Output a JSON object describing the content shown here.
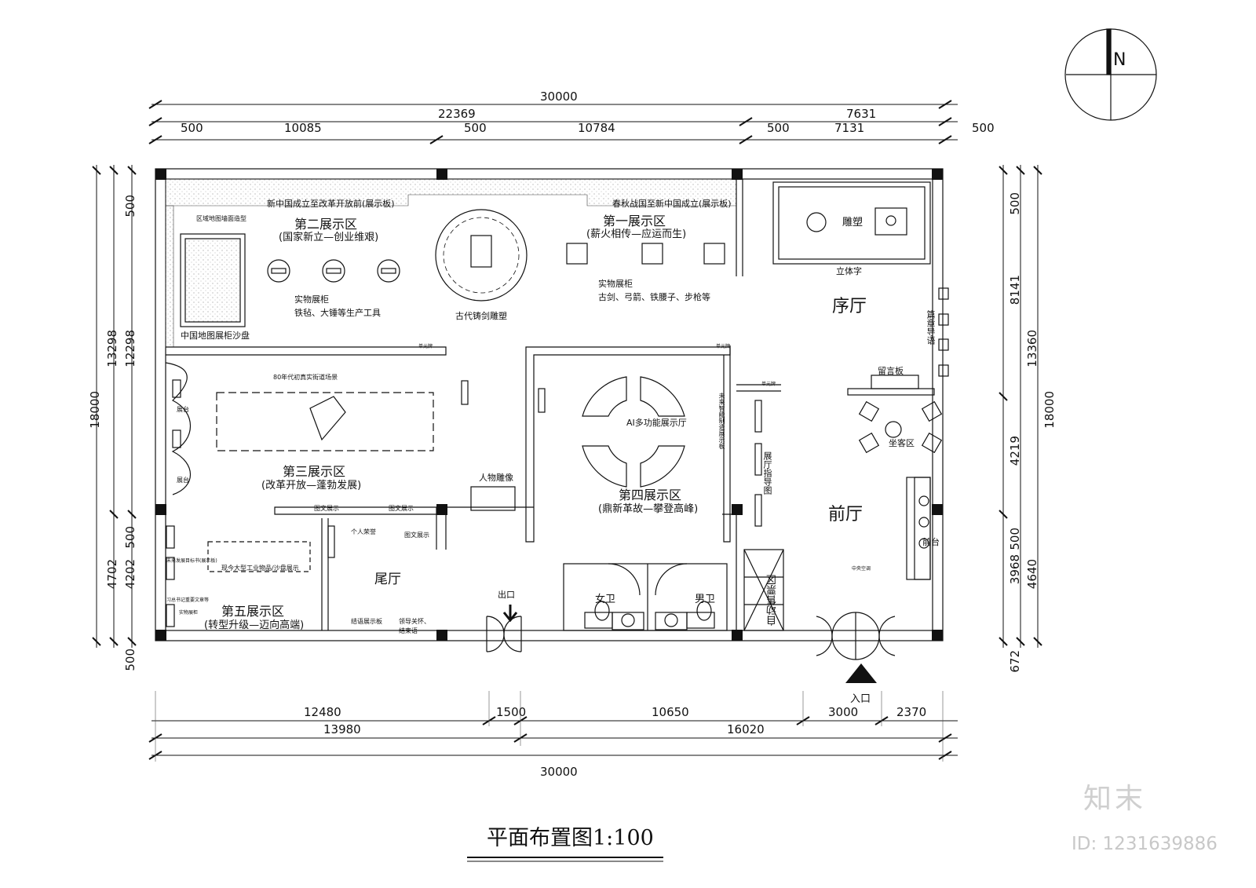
{
  "title": "平面布置图1:100",
  "brand": "知末",
  "drawing_id": "ID: 1231639886",
  "compass": "N",
  "dimensions": {
    "top_total": "30000",
    "top_left_group": "22369",
    "top_right_group": "7631",
    "top_500a": "500",
    "top_10085": "10085",
    "top_500b": "500",
    "top_10784": "10784",
    "top_500c": "500",
    "top_7131": "7131",
    "top_500d": "500",
    "left_total": "18000",
    "left_13298": "13298",
    "left_12298": "12298",
    "left_500a": "500",
    "left_4702": "4702",
    "left_4202": "4202",
    "left_500b": "500",
    "left_500c": "500",
    "right_500": "500",
    "right_8141": "8141",
    "right_13360": "13360",
    "right_4219": "4219",
    "right_3968": "3968",
    "right_4640": "4640",
    "right_672": "672",
    "right_total": "18000",
    "bottom_12480": "12480",
    "bottom_1500": "1500",
    "bottom_10650": "10650",
    "bottom_3000": "3000",
    "bottom_2370": "2370",
    "bottom_13980": "13980",
    "bottom_16020": "16020",
    "bottom_total": "30000"
  },
  "zones": {
    "zone2_title": "第二展示区",
    "zone2_sub": "(国家新立—创业维艰)",
    "zone1_title": "第一展示区",
    "zone1_sub": "(薪火相传—应运而生)",
    "zone3_title": "第三展示区",
    "zone3_sub": "(改革开放—蓬勃发展)",
    "zone4_title": "第四展示区",
    "zone4_sub": "(鼎新革故—攀登高峰)",
    "zone5_title": "第五展示区",
    "zone5_sub": "(转型升级—迈向高端)",
    "xuting": "序厅",
    "qianting": "前厅",
    "weiting": "尾厅"
  },
  "labels": {
    "board_prc": "新中国成立至改革开放前(展示板)",
    "board_spring": "春秋战国至新中国成立(展示板)",
    "regional_map": "区域地图墙面造型",
    "china_map": "中国地图展柜沙盘",
    "cabinet2": "实物展柜",
    "cabinet2_items": "铁毡、大锤等生产工具",
    "casting": "古代铸剑雕塑",
    "cabinet1": "实物展柜",
    "cabinet1_items": "古剑、弓箭、铁腰子、步枪等",
    "sculpture": "雕塑",
    "lizi": "立体字",
    "chapter_guide": "篇章导语",
    "message_board": "留言板",
    "seating": "坐客区",
    "reception": "前台",
    "street_scene": "80年代初真实街道场景",
    "stage_a": "展台",
    "stage_b": "展台",
    "ai_hall": "AI多功能展示厅",
    "future_panel": "未来智能制造展示板",
    "hall_guide": "展厅指导图",
    "figure_sculpture": "人物雕像",
    "text_a": "图文展示",
    "text_b": "图文展示",
    "text_c": "图文展示",
    "honor": "个人荣誉",
    "modern_sand": "现今大型工业物品/沙盘展示",
    "achievement": "未来发展目标书(展示板)",
    "object_display": "实物展柜",
    "speech": "习总书记重要文章等",
    "closing_board": "结语展示板",
    "closing_text_1": "领导关怀、",
    "closing_text_2": "结束语",
    "exit": "出口",
    "entrance": "入口",
    "female_wc": "女卫",
    "male_wc": "男卫",
    "ticket": "自动售票区",
    "single_sign_a": "单元牌",
    "single_sign_b": "单元牌",
    "single_sign_c": "单元牌",
    "logo_mark": "中央空调"
  }
}
